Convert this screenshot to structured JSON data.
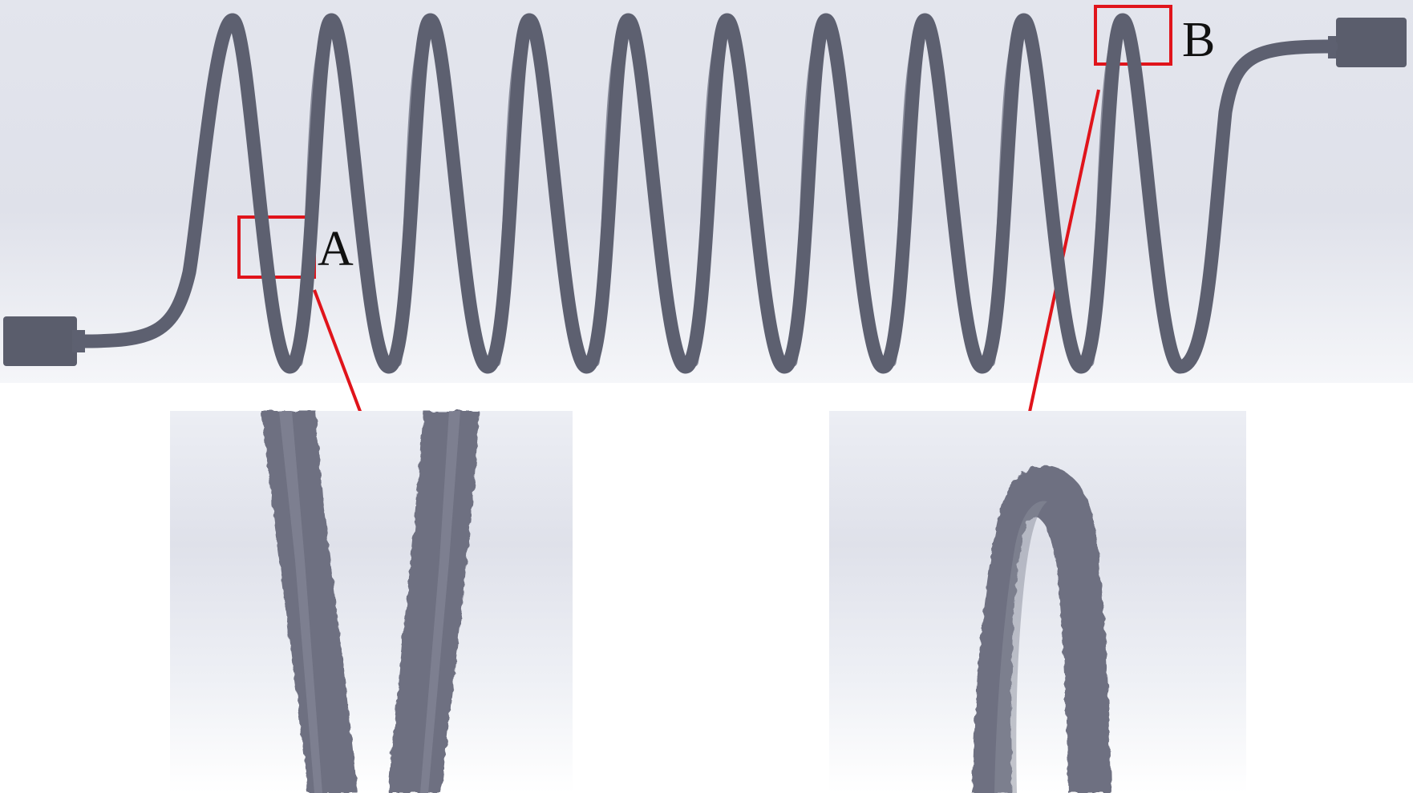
{
  "labels": {
    "a": "A",
    "b": "B"
  },
  "colors": {
    "background_top": "#e6e8ef",
    "background_bottom": "#f7f8fb",
    "coil": "#5d6070",
    "coil_highlight": "#8a8d9c",
    "callout": "#e0141b",
    "label": "#111111"
  },
  "coil": {
    "turns": 10
  }
}
